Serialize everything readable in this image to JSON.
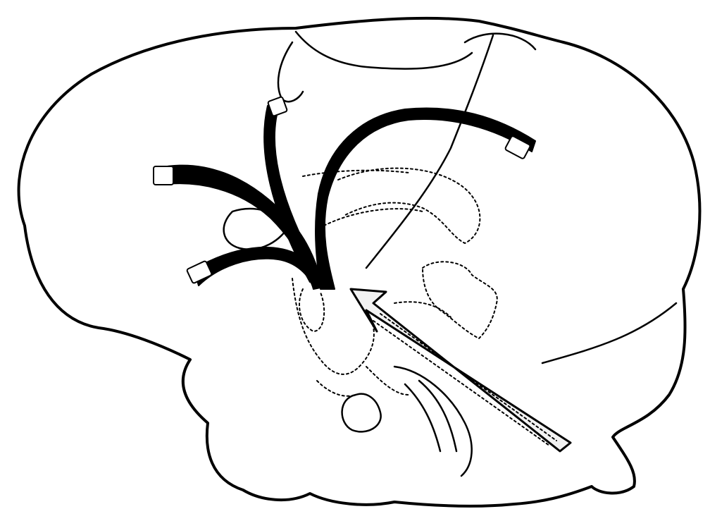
{
  "figure": {
    "subject": "brain-lateral-view",
    "colors": {
      "ink": "#000000",
      "paper": "#ffffff",
      "stipple": "#f2f2f2"
    },
    "pathways": [
      {
        "id": "descending-frontal",
        "style": "solid-black"
      },
      {
        "id": "descending-superior",
        "style": "solid-black"
      },
      {
        "id": "descending-parietal",
        "style": "solid-black"
      },
      {
        "id": "descending-temporal",
        "style": "solid-black"
      },
      {
        "id": "ascending-brainstem",
        "style": "stippled-arrow"
      }
    ]
  }
}
